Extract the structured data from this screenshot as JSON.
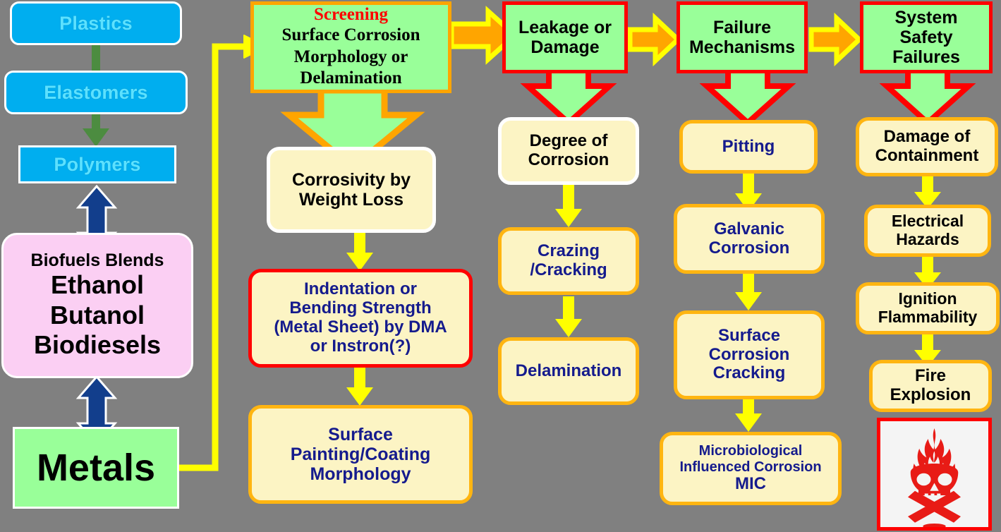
{
  "diagram": {
    "title": "Biofuel compatibility screening and failure cascade flowchart",
    "background_color": "#808080",
    "colors": {
      "blue_box": "#00AEEF",
      "blue_text": "#5CE1FF",
      "pink_box": "#FBCFF3",
      "green_box": "#99FF99",
      "cream_box": "#FCF4C4",
      "orange_border": "#FFB511",
      "red_border": "#FF0000",
      "yellow_arrow": "#FFFF00",
      "orange_arrow": "#FFA500",
      "navy_text": "#151B8D",
      "green_arrow": "#4C8C40",
      "navy_arrow": "#123E8C"
    }
  },
  "materials_column": {
    "plastics": {
      "label": "Plastics"
    },
    "elastomers": {
      "label": "Elastomers"
    },
    "polymers": {
      "label": "Polymers"
    },
    "biofuels": {
      "heading": "Biofuels Blends",
      "items": [
        "Ethanol",
        "Butanol",
        "Biodiesels"
      ]
    },
    "metals": {
      "label": "Metals"
    }
  },
  "screening_column": {
    "screening": {
      "title": "Screening",
      "line1": "Surface Corrosion",
      "line2": "Morphology  or",
      "line3": "Delamination"
    },
    "corrosivity": {
      "line1": "Corrosivity by",
      "line2": "Weight Loss"
    },
    "indentation": {
      "line1": "Indentation or",
      "line2": "Bending Strength",
      "line3": "(Metal Sheet) by DMA",
      "line4": "or Instron(?)"
    },
    "surface_painting": {
      "line1": "Surface",
      "line2": "Painting/Coating",
      "line3": "Morphology"
    }
  },
  "leakage_column": {
    "header": {
      "line1": "Leakage or",
      "line2": "Damage"
    },
    "degree_of_corrosion": {
      "line1": "Degree of",
      "line2": "Corrosion"
    },
    "crazing": {
      "line1": "Crazing",
      "line2": "/Cracking"
    },
    "delamination": {
      "line1": "Delamination"
    }
  },
  "failure_column": {
    "header": {
      "line1": "Failure",
      "line2": "Mechanisms"
    },
    "pitting": {
      "line1": "Pitting"
    },
    "galvanic": {
      "line1": "Galvanic",
      "line2": "Corrosion"
    },
    "scc": {
      "line1": "Surface",
      "line2": "Corrosion",
      "line3": "Cracking"
    },
    "mic": {
      "line1": "Microbiological",
      "line2": "Influenced Corrosion",
      "line3": "MIC"
    }
  },
  "safety_column": {
    "header": {
      "line1": "System",
      "line2": "Safety",
      "line3": "Failures"
    },
    "containment": {
      "line1": "Damage of",
      "line2": "Containment"
    },
    "electrical": {
      "line1": "Electrical",
      "line2": "Hazards"
    },
    "ignition": {
      "line1": "Ignition",
      "line2": "Flammability"
    },
    "fire": {
      "line1": "Fire",
      "line2": "Explosion"
    },
    "hazard_pictogram": {
      "icon": "flaming-skull-crossbones-hazard-icon"
    }
  }
}
